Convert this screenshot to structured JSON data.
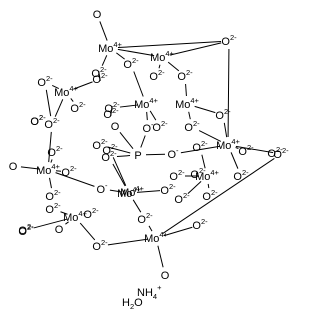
{
  "atoms": [
    {
      "id": "o_top",
      "el": "O",
      "charge": ""
    },
    {
      "id": "mo1",
      "el": "Mo",
      "charge": "4+"
    },
    {
      "id": "mo2",
      "el": "Mo",
      "charge": "4+"
    },
    {
      "id": "o_r1",
      "el": "O",
      "charge": "2-"
    },
    {
      "id": "o_a1",
      "el": "O",
      "charge": "2-"
    },
    {
      "id": "o_a2",
      "el": "O",
      "charge": "2-"
    },
    {
      "id": "o_a3",
      "el": "O",
      "charge": "2-"
    },
    {
      "id": "o_a4",
      "el": "O",
      "charge": "2-"
    },
    {
      "id": "o_a5",
      "el": "O",
      "charge": "2-"
    },
    {
      "id": "o_l1",
      "el": "O",
      "charge": "2-"
    },
    {
      "id": "mo3",
      "el": "Mo",
      "charge": "4+"
    },
    {
      "id": "o_b1",
      "el": "O",
      "charge": "2-"
    },
    {
      "id": "mo4",
      "el": "Mo",
      "charge": "4+"
    },
    {
      "id": "mo5",
      "el": "Mo",
      "charge": "4+"
    },
    {
      "id": "o_b2",
      "el": "O",
      "charge": "2-"
    },
    {
      "id": "o_c1",
      "el": "O",
      "charge": "2-"
    },
    {
      "id": "o_c2",
      "el": "O",
      "charge": "2-"
    },
    {
      "id": "o_c3",
      "el": "O",
      "charge": "2-"
    },
    {
      "id": "o_c4",
      "el": "O",
      "charge": "2-"
    },
    {
      "id": "o_c5",
      "el": "O",
      "charge": "2-"
    },
    {
      "id": "o_l2",
      "el": "O",
      "charge": "2-"
    },
    {
      "id": "o_m1",
      "el": "O",
      "charge": "-"
    },
    {
      "id": "o_m2",
      "el": "O",
      "charge": ""
    },
    {
      "id": "o_m3",
      "el": "O",
      "charge": "2-"
    },
    {
      "id": "mo6",
      "el": "Mo",
      "charge": "4+"
    },
    {
      "id": "o_d1",
      "el": "O",
      "charge": "2-"
    },
    {
      "id": "o_d2",
      "el": "O",
      "charge": "2-"
    },
    {
      "id": "o_x1",
      "el": "O",
      "charge": "2-"
    },
    {
      "id": "o_x2",
      "el": "O",
      "charge": "2-"
    },
    {
      "id": "o_x3",
      "el": "O",
      "charge": "2-"
    },
    {
      "id": "p",
      "el": "P",
      "charge": ""
    },
    {
      "id": "o_p",
      "el": "O",
      "charge": "-"
    },
    {
      "id": "o_e1",
      "el": "O",
      "charge": "2-"
    },
    {
      "id": "mo7",
      "el": "Mo",
      "charge": "4+"
    },
    {
      "id": "o_e2",
      "el": "O",
      "charge": "2-"
    },
    {
      "id": "o_e3",
      "el": "O",
      "charge": "2-"
    },
    {
      "id": "o_e4",
      "el": "O",
      "charge": "2-"
    },
    {
      "id": "o_dl",
      "el": "O",
      "charge": ""
    },
    {
      "id": "mo8",
      "el": "Mo",
      "charge": "4+"
    },
    {
      "id": "o_f1",
      "el": "O",
      "charge": "2-"
    },
    {
      "id": "o_f2",
      "el": "O",
      "charge": "-"
    },
    {
      "id": "mo9",
      "el": "Mo",
      "charge": "4+"
    },
    {
      "id": "mo10",
      "el": "Mo",
      "charge": "4+"
    },
    {
      "id": "o_g1",
      "el": "O",
      "charge": "2-"
    },
    {
      "id": "o_g2",
      "el": "O",
      "charge": "2-"
    },
    {
      "id": "o_g3",
      "el": "O",
      "charge": "2-"
    },
    {
      "id": "o_g4",
      "el": "O",
      "charge": "2-"
    },
    {
      "id": "o_g5",
      "el": "O",
      "charge": "2-"
    },
    {
      "id": "o_r2",
      "el": "O",
      "charge": "2-"
    },
    {
      "id": "o_h1",
      "el": "O",
      "charge": "2-"
    },
    {
      "id": "o_h2",
      "el": "O",
      "charge": "2-"
    },
    {
      "id": "mo11",
      "el": "Mo",
      "charge": "4+"
    },
    {
      "id": "o_h3",
      "el": "O",
      "charge": "2-"
    },
    {
      "id": "o_i1",
      "el": "O",
      "charge": "2-"
    },
    {
      "id": "o_i2",
      "el": "O",
      "charge": "2-"
    },
    {
      "id": "o_l3",
      "el": "O",
      "charge": "2-"
    },
    {
      "id": "mo12",
      "el": "Mo",
      "charge": "4+"
    },
    {
      "id": "o_bl",
      "el": "O",
      "charge": ""
    },
    {
      "id": "o_j1",
      "el": "O",
      "charge": "2-"
    },
    {
      "id": "o_bt",
      "el": "O",
      "charge": ""
    }
  ],
  "counterion": {
    "el": "NH",
    "sub": "4",
    "charge": "+"
  },
  "water": {
    "el": "H",
    "sub": "2",
    "tail": "O"
  }
}
